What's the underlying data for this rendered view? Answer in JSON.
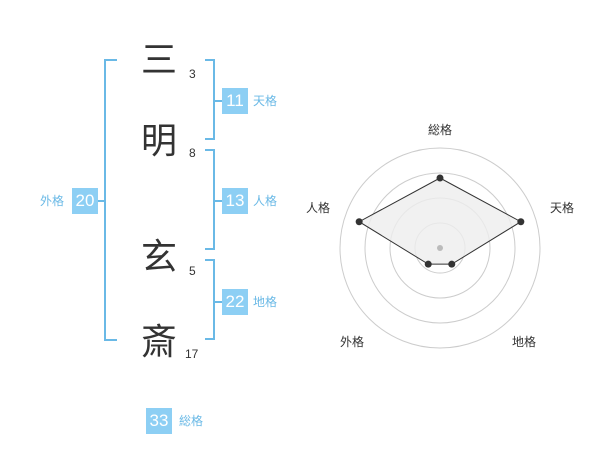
{
  "name": {
    "chars": [
      {
        "char": "三",
        "strokes": "3"
      },
      {
        "char": "明",
        "strokes": "8"
      },
      {
        "char": "玄",
        "strokes": "5"
      },
      {
        "char": "斎",
        "strokes": "17"
      }
    ]
  },
  "kakusu": {
    "tenkaku": {
      "value": "11",
      "label": "天格"
    },
    "jinkaku": {
      "value": "13",
      "label": "人格"
    },
    "chikaku": {
      "value": "22",
      "label": "地格"
    },
    "gaikaku": {
      "value": "20",
      "label": "外格"
    },
    "soukaku": {
      "value": "33",
      "label": "総格"
    }
  },
  "radar": {
    "labels": {
      "top": "総格",
      "right_top": "天格",
      "right_bottom": "地格",
      "left_bottom": "外格",
      "left_top": "人格"
    },
    "levels": 4,
    "values": {
      "soukaku": 0.7,
      "tenkaku": 0.85,
      "chikaku": 0.2,
      "gaikaku": 0.2,
      "jinkaku": 0.85
    },
    "colors": {
      "ring": "#cccccc",
      "fill": "#eeeeee",
      "line": "#333333",
      "point": "#333333",
      "center": "#bbbbbb"
    }
  },
  "colors": {
    "bracket": "#6ab9e6",
    "badge": "#8dcff4"
  }
}
